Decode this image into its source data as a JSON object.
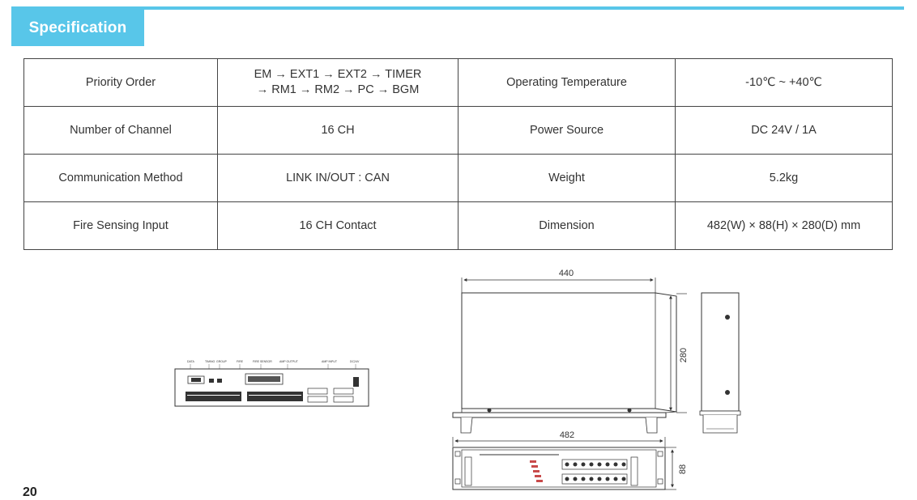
{
  "header": {
    "title": "Specification"
  },
  "spec_rows": [
    {
      "label1": "Priority Order",
      "value1": "EM → EXT1 → EXT2 → TIMER\n→ RM1 → RM2 → PC → BGM",
      "label2": "Operating Temperature",
      "value2": "-10℃ ~ +40℃"
    },
    {
      "label1": "Number of Channel",
      "value1": "16 CH",
      "label2": "Power Source",
      "value2": "DC 24V / 1A"
    },
    {
      "label1": "Communication Method",
      "value1": "LINK IN/OUT : CAN",
      "label2": "Weight",
      "value2": "5.2kg"
    },
    {
      "label1": "Fire Sensing Input",
      "value1": "16 CH Contact",
      "label2": "Dimension",
      "value2": "482(W) × 88(H) × 280(D) mm"
    }
  ],
  "rear_panel": {
    "labels": [
      "DATA",
      "TIMING",
      "GROUP",
      "FIRE",
      "FIRE SENSOR",
      "AMP OUTPUT",
      "AMP INPUT",
      "DC24V"
    ]
  },
  "dimensions": {
    "top_width": "440",
    "depth": "280",
    "front_width": "482",
    "height": "88"
  },
  "page": {
    "number": "20"
  }
}
